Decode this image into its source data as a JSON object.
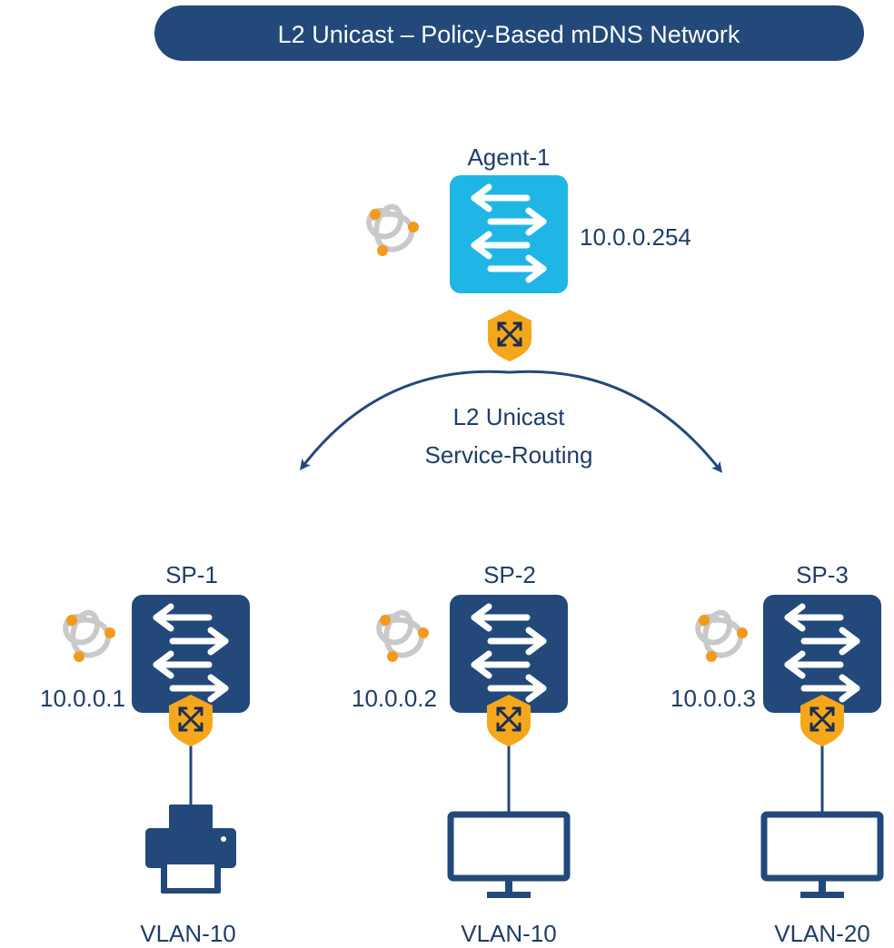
{
  "title": "L2 Unicast – Policy-Based mDNS Network",
  "agent": {
    "name": "Agent-1",
    "ip": "10.0.0.254"
  },
  "routing_label": {
    "line1": "L2 Unicast",
    "line2": "Service-Routing"
  },
  "service_peers": [
    {
      "name": "SP-1",
      "ip": "10.0.0.1",
      "endpoint": "printer",
      "vlan": "VLAN-10"
    },
    {
      "name": "SP-2",
      "ip": "10.0.0.2",
      "endpoint": "monitor",
      "vlan": "VLAN-10"
    },
    {
      "name": "SP-3",
      "ip": "10.0.0.3",
      "endpoint": "monitor",
      "vlan": "VLAN-20"
    }
  ],
  "icons": {
    "agent_switch": "switch-icon",
    "peer_switch": "switch-icon",
    "service_badge": "service-routing-shield-icon",
    "mdns_symbol": "mdns-service-icon",
    "printer": "printer-icon",
    "monitor": "monitor-icon"
  },
  "colors": {
    "title_bar": "#22497a",
    "agent_switch": "#1fb6e6",
    "peer_switch": "#22497a",
    "badge": "#f5a71c",
    "mdns_dot": "#f39a1a",
    "text": "#1f3d68"
  }
}
